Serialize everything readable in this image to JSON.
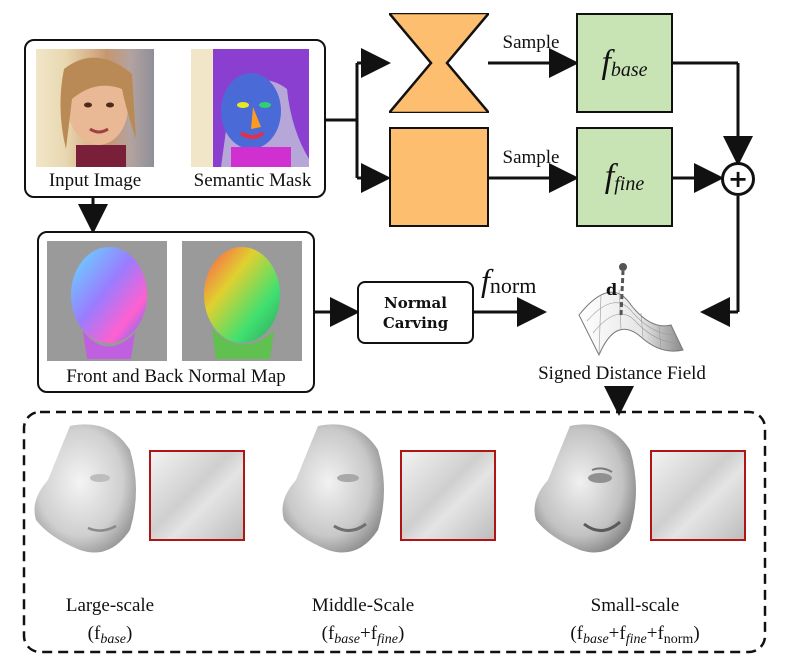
{
  "inputs": {
    "input_image_label": "Input Image",
    "semantic_mask_label": "Semantic Mask",
    "normal_map_label": "Front and Back Normal Map"
  },
  "sample_top_label": "Sample",
  "sample_bottom_label": "Sample",
  "f_base": {
    "f": "f",
    "sub": "base"
  },
  "f_fine": {
    "f": "f",
    "sub": "fine"
  },
  "f_norm": {
    "f": "f",
    "sub": "norm"
  },
  "normal_carving": {
    "line1": "Normal",
    "line2": "Carving"
  },
  "plus_symbol": "+",
  "sdf": {
    "label": "Signed Distance Field",
    "d_label": "d"
  },
  "results": [
    {
      "title": "Large-scale",
      "formula": "(f_base)"
    },
    {
      "title": "Middle-Scale",
      "formula": "(f_base+f_fine)"
    },
    {
      "title": "Small-scale",
      "formula": "(f_base+f_fine+f_norm)"
    }
  ],
  "colors": {
    "orange": "#fdbf6f",
    "green": "#c8e4b4",
    "zoom_border": "#b01515"
  }
}
